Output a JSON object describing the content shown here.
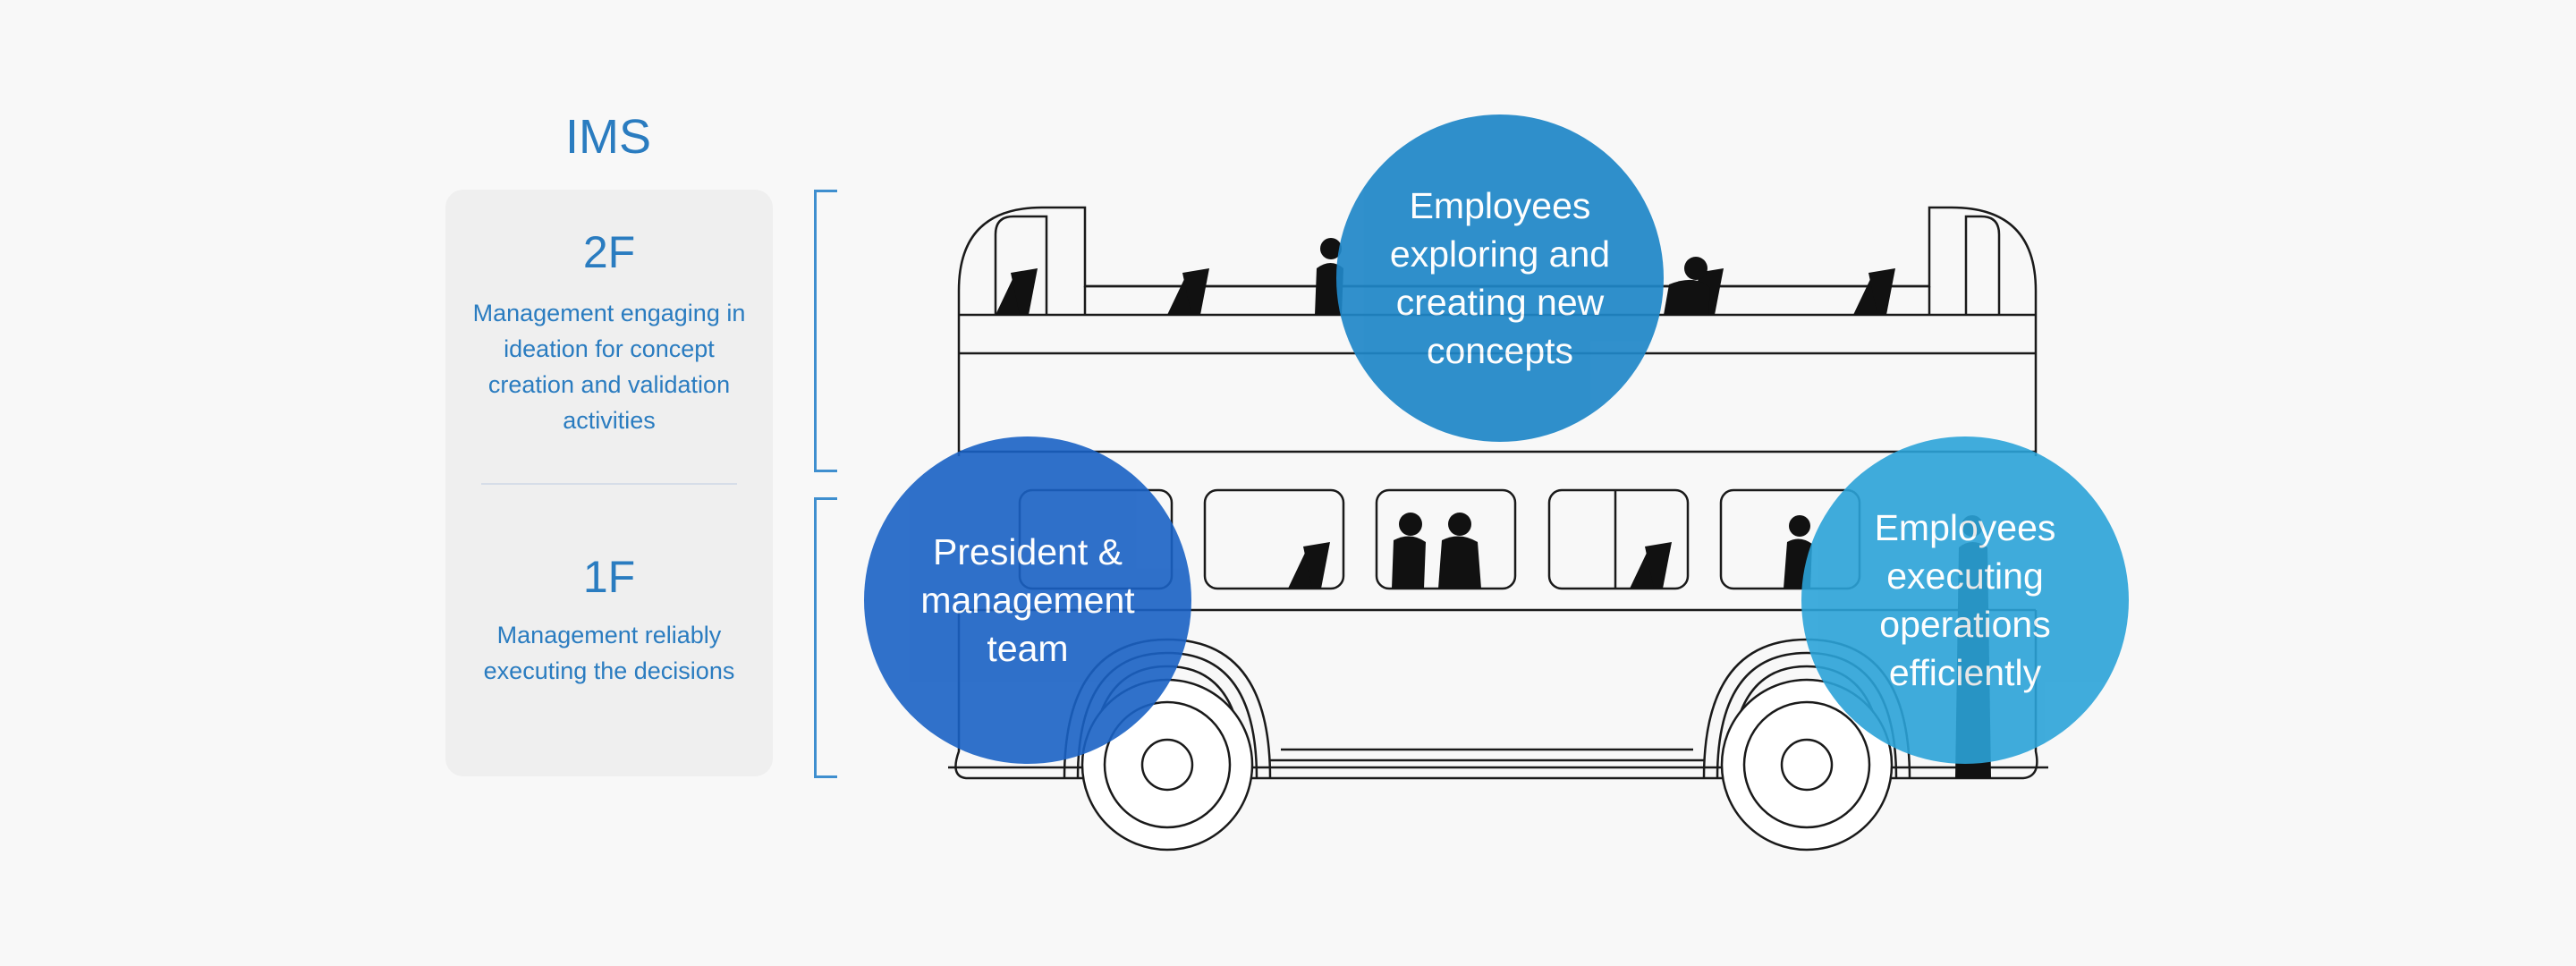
{
  "ims": {
    "title": "IMS"
  },
  "floors": [
    {
      "label": "2F",
      "description": "Management engaging in ideation for concept creation and validation activities"
    },
    {
      "label": "1F",
      "description": "Management reliably executing the decisions"
    }
  ],
  "circles": {
    "upper": {
      "text": "Employees exploring and creating new concepts",
      "color": "#1f87c8"
    },
    "front": {
      "text": "President & management team",
      "color": "#1a62c4"
    },
    "rear": {
      "text": "Employees executing operations efficiently",
      "color": "#2ba3d8"
    }
  },
  "colors": {
    "accent": "#2a7cc0",
    "bracket": "#3f8fcf",
    "bus_line": "#1a1a1a",
    "panel": "#efefef",
    "background": "#f8f8f8"
  },
  "icons": [
    "double-decker-bus-drawing",
    "passenger-silhouette-icon",
    "seat-icon"
  ]
}
